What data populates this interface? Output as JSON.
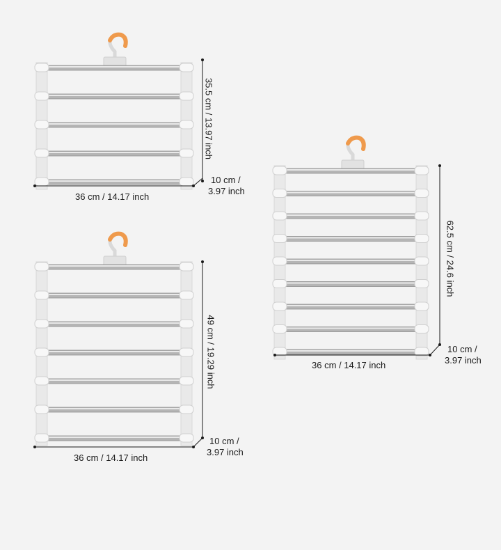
{
  "colors": {
    "background": "#f3f3f3",
    "hook": "#ef9a4c",
    "frame": "#e9e9e9",
    "bar": "#b5b5b5",
    "dimension_line": "#1a1a1a"
  },
  "hangers": [
    {
      "id": "5-tier",
      "tiers": 5,
      "height_label": "35.5 cm / 13.97 inch",
      "width_label": "36 cm / 14.17 inch",
      "depth_label": [
        "10 cm /",
        "3.97 inch"
      ]
    },
    {
      "id": "7-tier",
      "tiers": 7,
      "height_label": "49 cm / 19.29 inch",
      "width_label": "36 cm / 14.17 inch",
      "depth_label": [
        "10 cm /",
        "3.97 inch"
      ]
    },
    {
      "id": "9-tier",
      "tiers": 9,
      "height_label": "62.5 cm / 24.6 inch",
      "width_label": "36 cm / 14.17 inch",
      "depth_label": [
        "10 cm /",
        "3.97 inch"
      ]
    }
  ]
}
